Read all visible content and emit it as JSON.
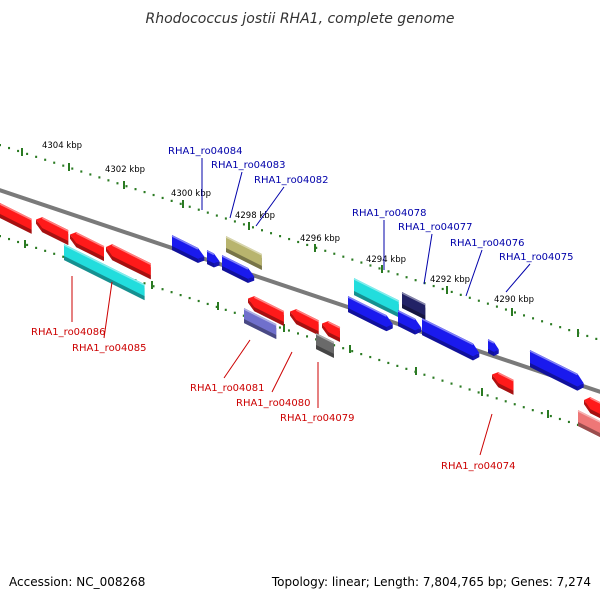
{
  "title": "Rhodococcus jostii RHA1, complete genome",
  "footer": {
    "accession": "Accession: NC_008268",
    "topology": "Topology: linear; Length: 7,804,765 bp; Genes: 7,274"
  },
  "colors": {
    "background": "#ffffff",
    "backbone": "#7a7a7a",
    "tick_marks": "#2a7a22",
    "forward_label": "#0000aa",
    "reverse_label": "#cc0000",
    "red_gene": "#ff1a1a",
    "blue_gene": "#1a1aee",
    "cyan_gene": "#22dddd",
    "olive_gene": "#b8b46e",
    "purple_gene": "#7070cc",
    "grey_gene": "#6a6a6a",
    "pink_gene": "#ee7777",
    "navy_gene": "#222266"
  },
  "kbp_labels": [
    "4304 kbp",
    "4302 kbp",
    "4300 kbp",
    "4298 kbp",
    "4296 kbp",
    "4294 kbp",
    "4292 kbp",
    "4290 kbp"
  ],
  "forward_genes": [
    "RHA1_ro04084",
    "RHA1_ro04083",
    "RHA1_ro04082",
    "RHA1_ro04078",
    "RHA1_ro04077",
    "RHA1_ro04076",
    "RHA1_ro04075"
  ],
  "reverse_genes": [
    "RHA1_ro04086",
    "RHA1_ro04085",
    "RHA1_ro04081",
    "RHA1_ro04080",
    "RHA1_ro04079",
    "RHA1_ro04074"
  ]
}
